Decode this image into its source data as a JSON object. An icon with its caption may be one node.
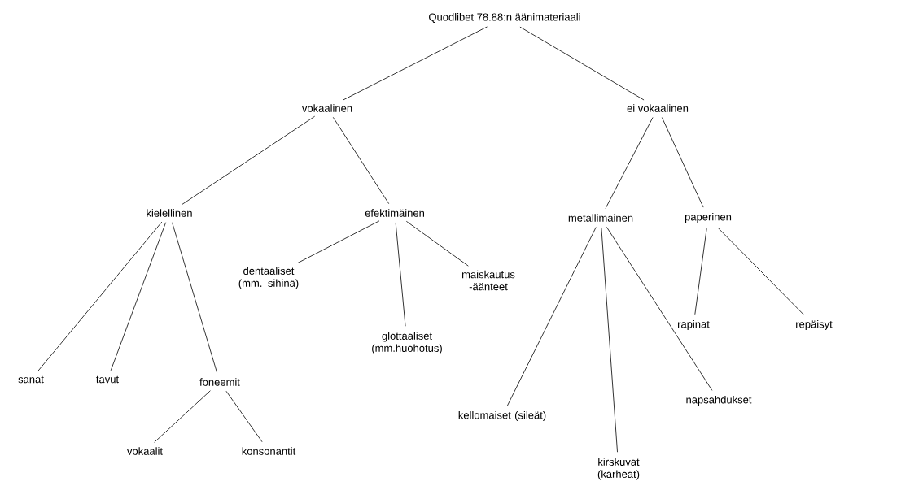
{
  "diagram": {
    "nodes": [
      {
        "text": [
          "Quodlibet 78.88:n äänimateriaali"
        ]
      },
      {
        "text": [
          "vokaalinen"
        ]
      },
      {
        "text": [
          "ei vokaalinen"
        ]
      },
      {
        "text": [
          "kielellinen"
        ]
      },
      {
        "text": [
          "efektimäinen"
        ]
      },
      {
        "text": [
          "metallimainen"
        ]
      },
      {
        "text": [
          "paperinen"
        ]
      },
      {
        "text": [
          "dentaaliset (mm. sihinä)"
        ]
      },
      {
        "text": [
          "maiskautus -äänteet"
        ]
      },
      {
        "text": [
          "glottaaliset (mm.huohotus)"
        ]
      },
      {
        "text": [
          "rapinat"
        ]
      },
      {
        "text": [
          "repäisyt"
        ]
      },
      {
        "text": [
          "sanat"
        ]
      },
      {
        "text": [
          "tavut"
        ]
      },
      {
        "text": [
          "foneemit"
        ]
      },
      {
        "text": [
          "kellomaiset (sileät)"
        ]
      },
      {
        "text": [
          "napsahdukset"
        ]
      },
      {
        "text": [
          "kirskuvat (karheat)"
        ]
      },
      {
        "text": [
          "vokaalit"
        ]
      },
      {
        "text": [
          "konsonantit"
        ]
      }
    ],
    "edges": [
      {
        "from": 0,
        "to": 1,
        "arrow": "none"
      },
      {
        "from": 0,
        "to": 2,
        "arrow": "none"
      },
      {
        "from": 1,
        "to": 3,
        "arrow": "none"
      },
      {
        "from": 1,
        "to": 4,
        "arrow": "none"
      },
      {
        "from": 2,
        "to": 5,
        "arrow": "none"
      },
      {
        "from": 2,
        "to": 6,
        "arrow": "none"
      },
      {
        "from": 3,
        "to": 12,
        "arrow": "none"
      },
      {
        "from": 3,
        "to": 13,
        "arrow": "none"
      },
      {
        "from": 3,
        "to": 14,
        "arrow": "none"
      },
      {
        "from": 4,
        "to": 7,
        "arrow": "none"
      },
      {
        "from": 4,
        "to": 9,
        "arrow": "none"
      },
      {
        "from": 4,
        "to": 8,
        "arrow": "none"
      },
      {
        "from": 5,
        "to": 15,
        "arrow": "none"
      },
      {
        "from": 5,
        "to": 17,
        "arrow": "none"
      },
      {
        "from": 5,
        "to": 16,
        "arrow": "none"
      },
      {
        "from": 6,
        "to": 10,
        "arrow": "none"
      },
      {
        "from": 6,
        "to": 11,
        "arrow": "none"
      },
      {
        "from": 14,
        "to": 18,
        "arrow": "none"
      },
      {
        "from": 14,
        "to": 19,
        "arrow": "none"
      }
    ]
  }
}
